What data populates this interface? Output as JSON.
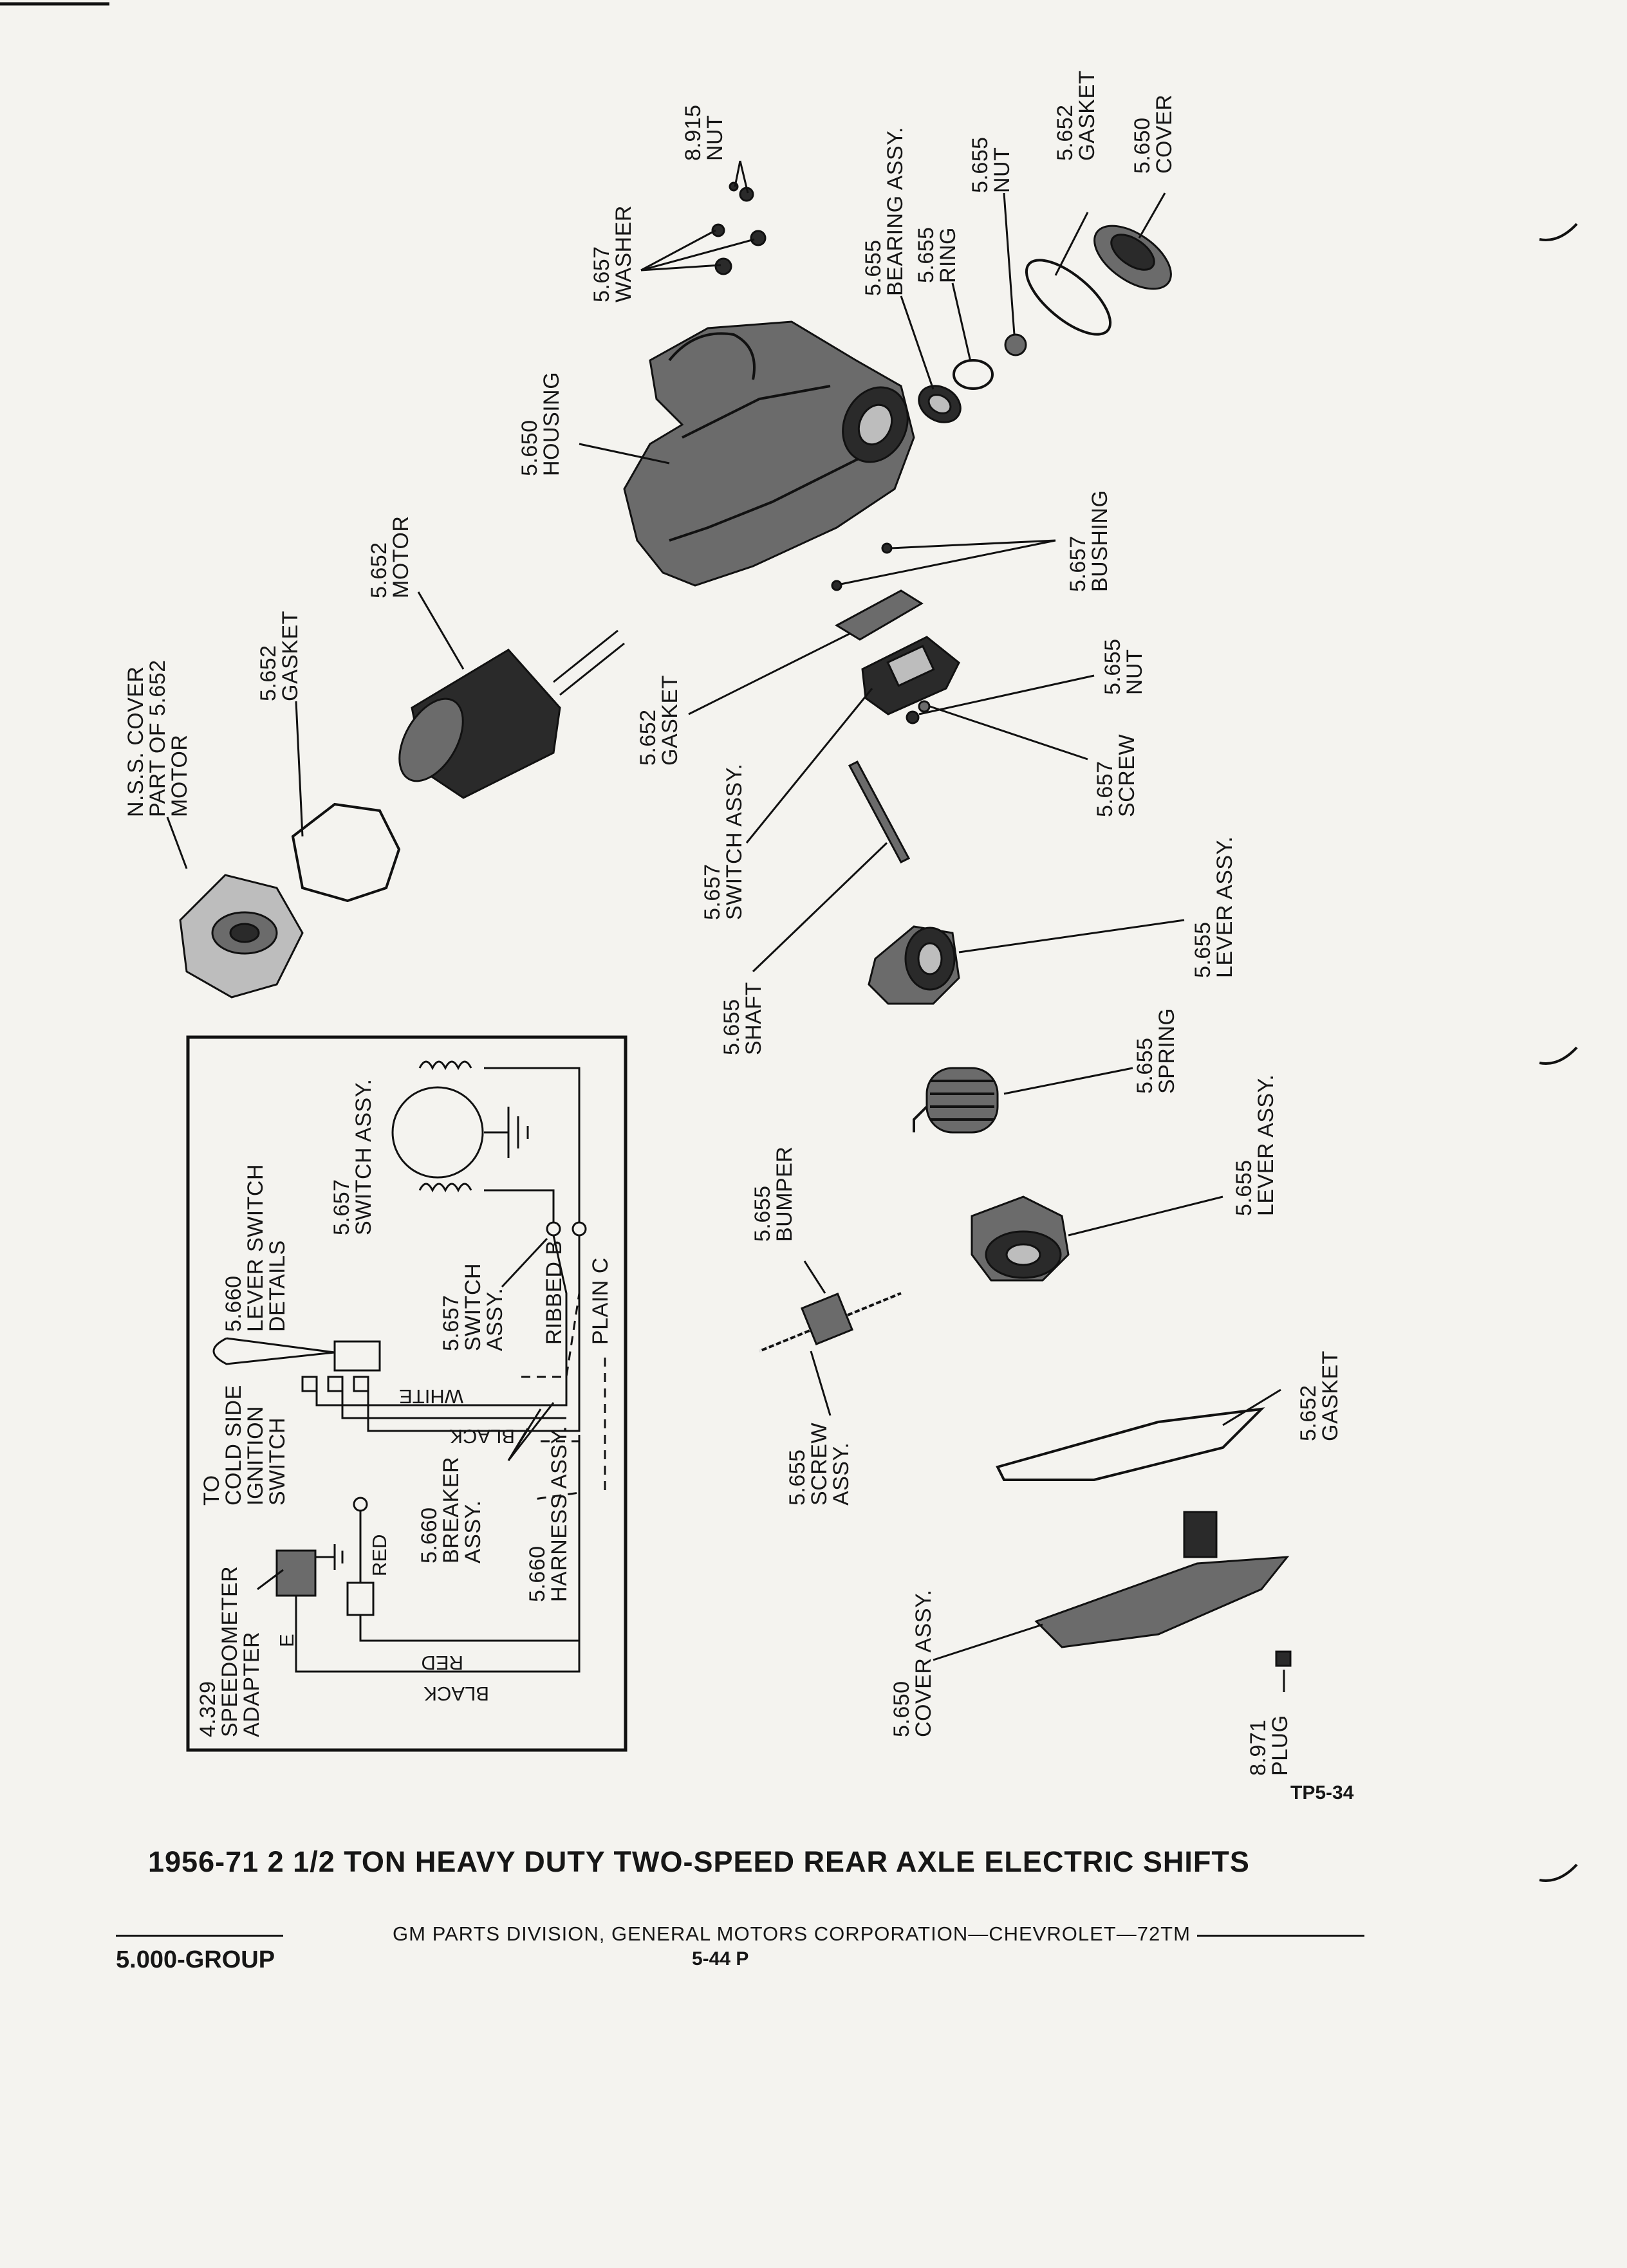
{
  "title": "1956-71 2 1/2 TON HEAVY DUTY TWO-SPEED REAR AXLE ELECTRIC SHIFTS",
  "footer": "GM PARTS DIVISION, GENERAL MOTORS CORPORATION—CHEVROLET—72TM",
  "group": "5.000-GROUP",
  "page_number": "5-44 P",
  "figure_ref": "TP5-34",
  "parts": {
    "nut_8915": {
      "num": "8.915",
      "name": "NUT"
    },
    "washer": {
      "num": "5.657",
      "name": "WASHER"
    },
    "bearing": {
      "num": "5.655",
      "name": "BEARING ASSY."
    },
    "ring": {
      "num": "5.655",
      "name": "RING"
    },
    "nut_top": {
      "num": "5.655",
      "name": "NUT"
    },
    "gasket_top": {
      "num": "5.652",
      "name": "GASKET"
    },
    "cover_top": {
      "num": "5.650",
      "name": "COVER"
    },
    "housing": {
      "num": "5.650",
      "name": "HOUSING"
    },
    "bushing": {
      "num": "5.657",
      "name": "BUSHING"
    },
    "nss_cover": {
      "l1": "N.S.S. COVER",
      "l2": "PART OF 5.652",
      "l3": "MOTOR"
    },
    "gasket_motor": {
      "num": "5.652",
      "name": "GASKET"
    },
    "motor": {
      "num": "5.652",
      "name": "MOTOR"
    },
    "gasket_switch": {
      "num": "5.652",
      "name": "GASKET"
    },
    "nut_side": {
      "num": "5.655",
      "name": "NUT"
    },
    "switch_assy": {
      "num": "5.657",
      "name": "SWITCH  ASSY."
    },
    "screw": {
      "num": "5.657",
      "name": "SCREW"
    },
    "lever_1": {
      "num": "5.655",
      "name": "LEVER ASSY."
    },
    "shaft": {
      "num": "5.655",
      "name": "SHAFT"
    },
    "spring": {
      "num": "5.655",
      "name": "SPRING"
    },
    "lever_2": {
      "num": "5.655",
      "name": "LEVER ASSY."
    },
    "bumper": {
      "num": "5.655",
      "name": "BUMPER"
    },
    "screw_assy": {
      "num": "5.655",
      "name": "SCREW",
      "l3": "ASSY."
    },
    "gasket_cover": {
      "num": "5.652",
      "name": "GASKET"
    },
    "cover_assy": {
      "num": "5.650",
      "name": "COVER ASSY."
    },
    "plug": {
      "num": "8.971",
      "name": "PLUG"
    }
  },
  "wiring": {
    "switch_assy_top": {
      "num": "5.657",
      "name": "SWITCH ASSY."
    },
    "lever_switch": {
      "num": "5.660",
      "l2": "LEVER SWITCH",
      "l3": "DETAILS"
    },
    "switch_assy_mid": {
      "num": "5.657",
      "l2": "SWITCH",
      "l3": "ASSY."
    },
    "ribbed": "RIBBED B",
    "plain": "PLAIN C",
    "white": "WHITE",
    "black_top": "BLACK",
    "harness": {
      "num": "5.660",
      "name": "HARNESS ASSY."
    },
    "breaker": {
      "num": "5.660",
      "l2": "BREAKER",
      "l3": "ASSY."
    },
    "red_label": "RED",
    "ignition": {
      "l1": "TO",
      "l2": "COLD SIDE",
      "l3": "IGNITION",
      "l4": "SWITCH"
    },
    "red_bottom": "RED",
    "black_bottom": "BLACK",
    "e_label": "E",
    "speedometer": {
      "num": "4.329",
      "l2": "SPEEDOMETER",
      "l3": "ADAPTER"
    }
  }
}
